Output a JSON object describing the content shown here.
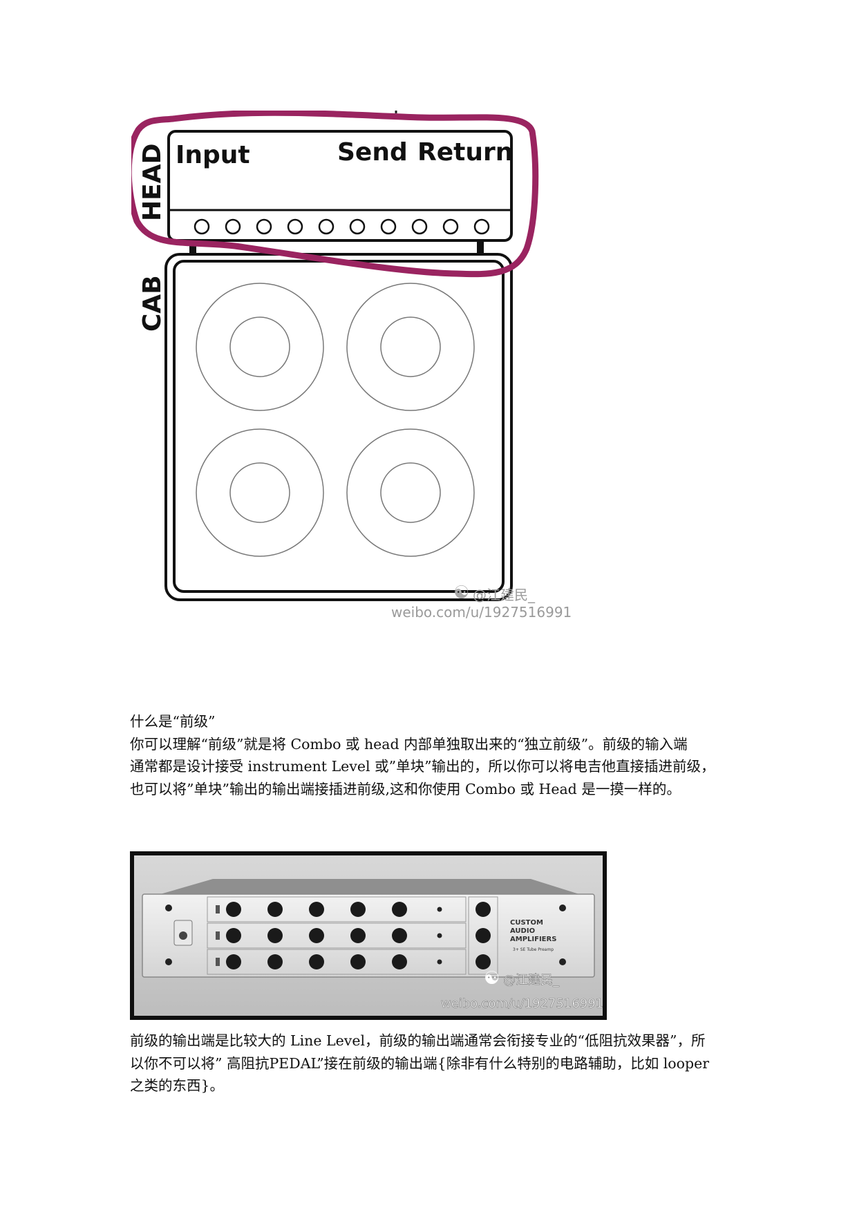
{
  "diagram": {
    "labels": {
      "head": "HEAD",
      "cab": "CAB",
      "input": "Input",
      "send": "Send",
      "return": "Return"
    },
    "highlight_color": "#9a2460",
    "watermark": {
      "handle": "@江建民_",
      "url": "weibo.com/u/1927516991"
    }
  },
  "text": {
    "heading": "什么是“前级”",
    "para1": [
      "你可以理解“前级”就是将 Combo 或 head 内部单独取出来的“独立前级”。前级的输入端",
      "通常都是设计接受 instrument Level 或”单块”输出的，所以你可以将电吉他直接插进前级，",
      "也可以将”单块”输出的输出端接插进前级,这和你使用 Combo 或 Head 是一摸一样的。"
    ],
    "para2": [
      "前级的输出端是比较大的 Line Level，前级的输出端通常会衔接专业的“低阻抗效果器”，所",
      "以你不可以将” 高阻抗PEDAL”接在前级的输出端{除非有什么特别的电路辅助，比如 looper",
      "之类的东西}。"
    ]
  },
  "rack_photo": {
    "brand_lines": [
      "CUSTOM",
      "AUDIO",
      "AMPLIFIERS"
    ],
    "model": "3+ SE Tube Preamp",
    "watermark": {
      "handle": "@江建民_",
      "url": "weibo.com/u/1927516991"
    }
  }
}
